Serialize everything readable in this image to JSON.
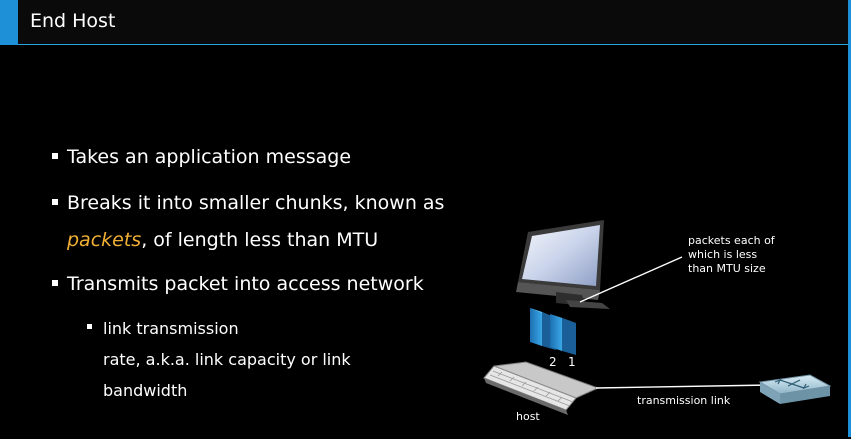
{
  "slide": {
    "title": "End Host"
  },
  "bullets": [
    {
      "text": "Takes an application message"
    },
    {
      "text_before": "Breaks it into smaller chunks, known as",
      "highlight": "packets",
      "text_after": ", of length less than MTU"
    },
    {
      "text": "Transmits packet into access network"
    }
  ],
  "sub_bullet": {
    "line1": "link transmission",
    "line2": "rate, a.k.a. link capacity or link",
    "line3": "bandwidth"
  },
  "diagram": {
    "annotation_line1": "packets each of",
    "annotation_line2": "which is less",
    "annotation_line3": "than MTU size",
    "packet_labels": [
      "2",
      "1"
    ],
    "host_label": "host",
    "link_label": "transmission link",
    "icons": [
      "monitor-icon",
      "keyboard-icon",
      "router-icon"
    ]
  },
  "colors": {
    "accent": "#1e90d8",
    "highlight": "#f2b134",
    "packet": "#2a8fd0",
    "background": "#000000"
  }
}
